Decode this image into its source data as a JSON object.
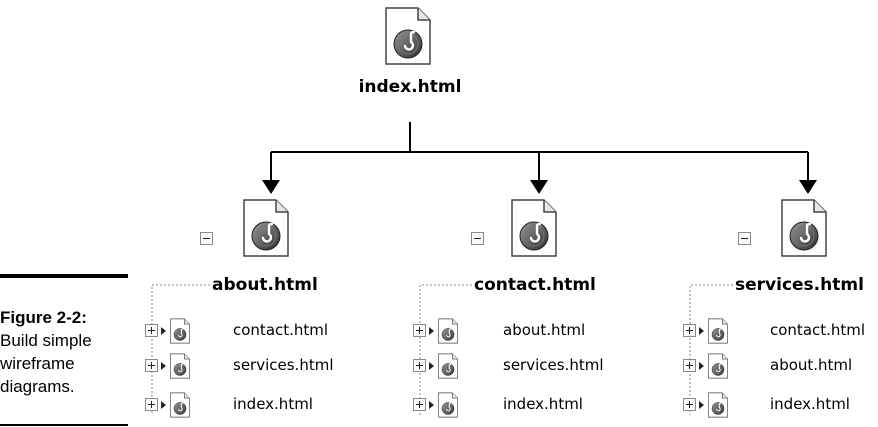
{
  "root": {
    "label": "index.html"
  },
  "caption": {
    "figure": "Figure 2-2:",
    "text": "Build simple wireframe diagrams."
  },
  "branches": [
    {
      "label": "about.html",
      "children": [
        "contact.html",
        "services.html",
        "index.html"
      ]
    },
    {
      "label": "contact.html",
      "children": [
        "about.html",
        "services.html",
        "index.html"
      ]
    },
    {
      "label": "services.html",
      "children": [
        "contact.html",
        "about.html",
        "index.html"
      ]
    }
  ],
  "icons": {
    "page": "dreamweaver-page-icon",
    "expand": "expand-plus-icon",
    "collapse": "collapse-minus-icon",
    "arrow": "arrow-right-icon"
  },
  "colors": {
    "line": "#000000",
    "dotted": "#888888",
    "icon_disc": "#555555"
  }
}
